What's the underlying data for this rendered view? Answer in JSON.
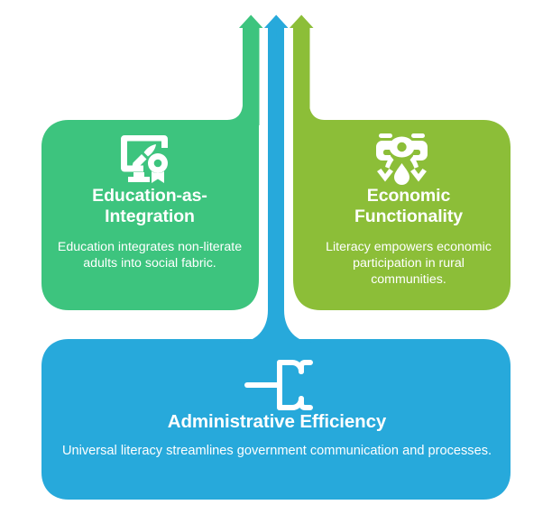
{
  "diagram": {
    "title_hidden": "",
    "background_color": "#ffffff",
    "arrow_count": 3
  },
  "colors": {
    "green": "#3dc47e",
    "olive": "#8cbe38",
    "blue": "#27a9db",
    "text": "#ffffff"
  },
  "cards": [
    {
      "id": "education-as-integration",
      "title": "Education-as-Integration",
      "title_lines": [
        "Education-as-",
        "Integration"
      ],
      "description": "Education integrates non-literate adults into social fabric.",
      "color": "#3dc47e",
      "icon": "monitor-paintbrush-award-icon",
      "arrow_color": "#3dc47e"
    },
    {
      "id": "economic-functionality",
      "title": "Economic Functionality",
      "title_lines": [
        "Economic",
        "Functionality"
      ],
      "description": "Literacy empowers economic participation in rural communities.",
      "color": "#8cbe38",
      "icon": "agriculture-drone-droplet-icon",
      "arrow_color": "#8cbe38"
    },
    {
      "id": "administrative-efficiency",
      "title": "Administrative Efficiency",
      "title_lines": [
        "Administrative Efficiency"
      ],
      "description": "Universal literacy streamlines government communication and processes.",
      "color": "#27a9db",
      "icon": "sitemap-branch-icon",
      "arrow_color": "#27a9db"
    }
  ],
  "arrows": [
    {
      "name": "green-arrow",
      "color": "#3dc47e",
      "order": 1
    },
    {
      "name": "blue-arrow",
      "color": "#27a9db",
      "order": 2
    },
    {
      "name": "olive-arrow",
      "color": "#8cbe38",
      "order": 3
    }
  ]
}
